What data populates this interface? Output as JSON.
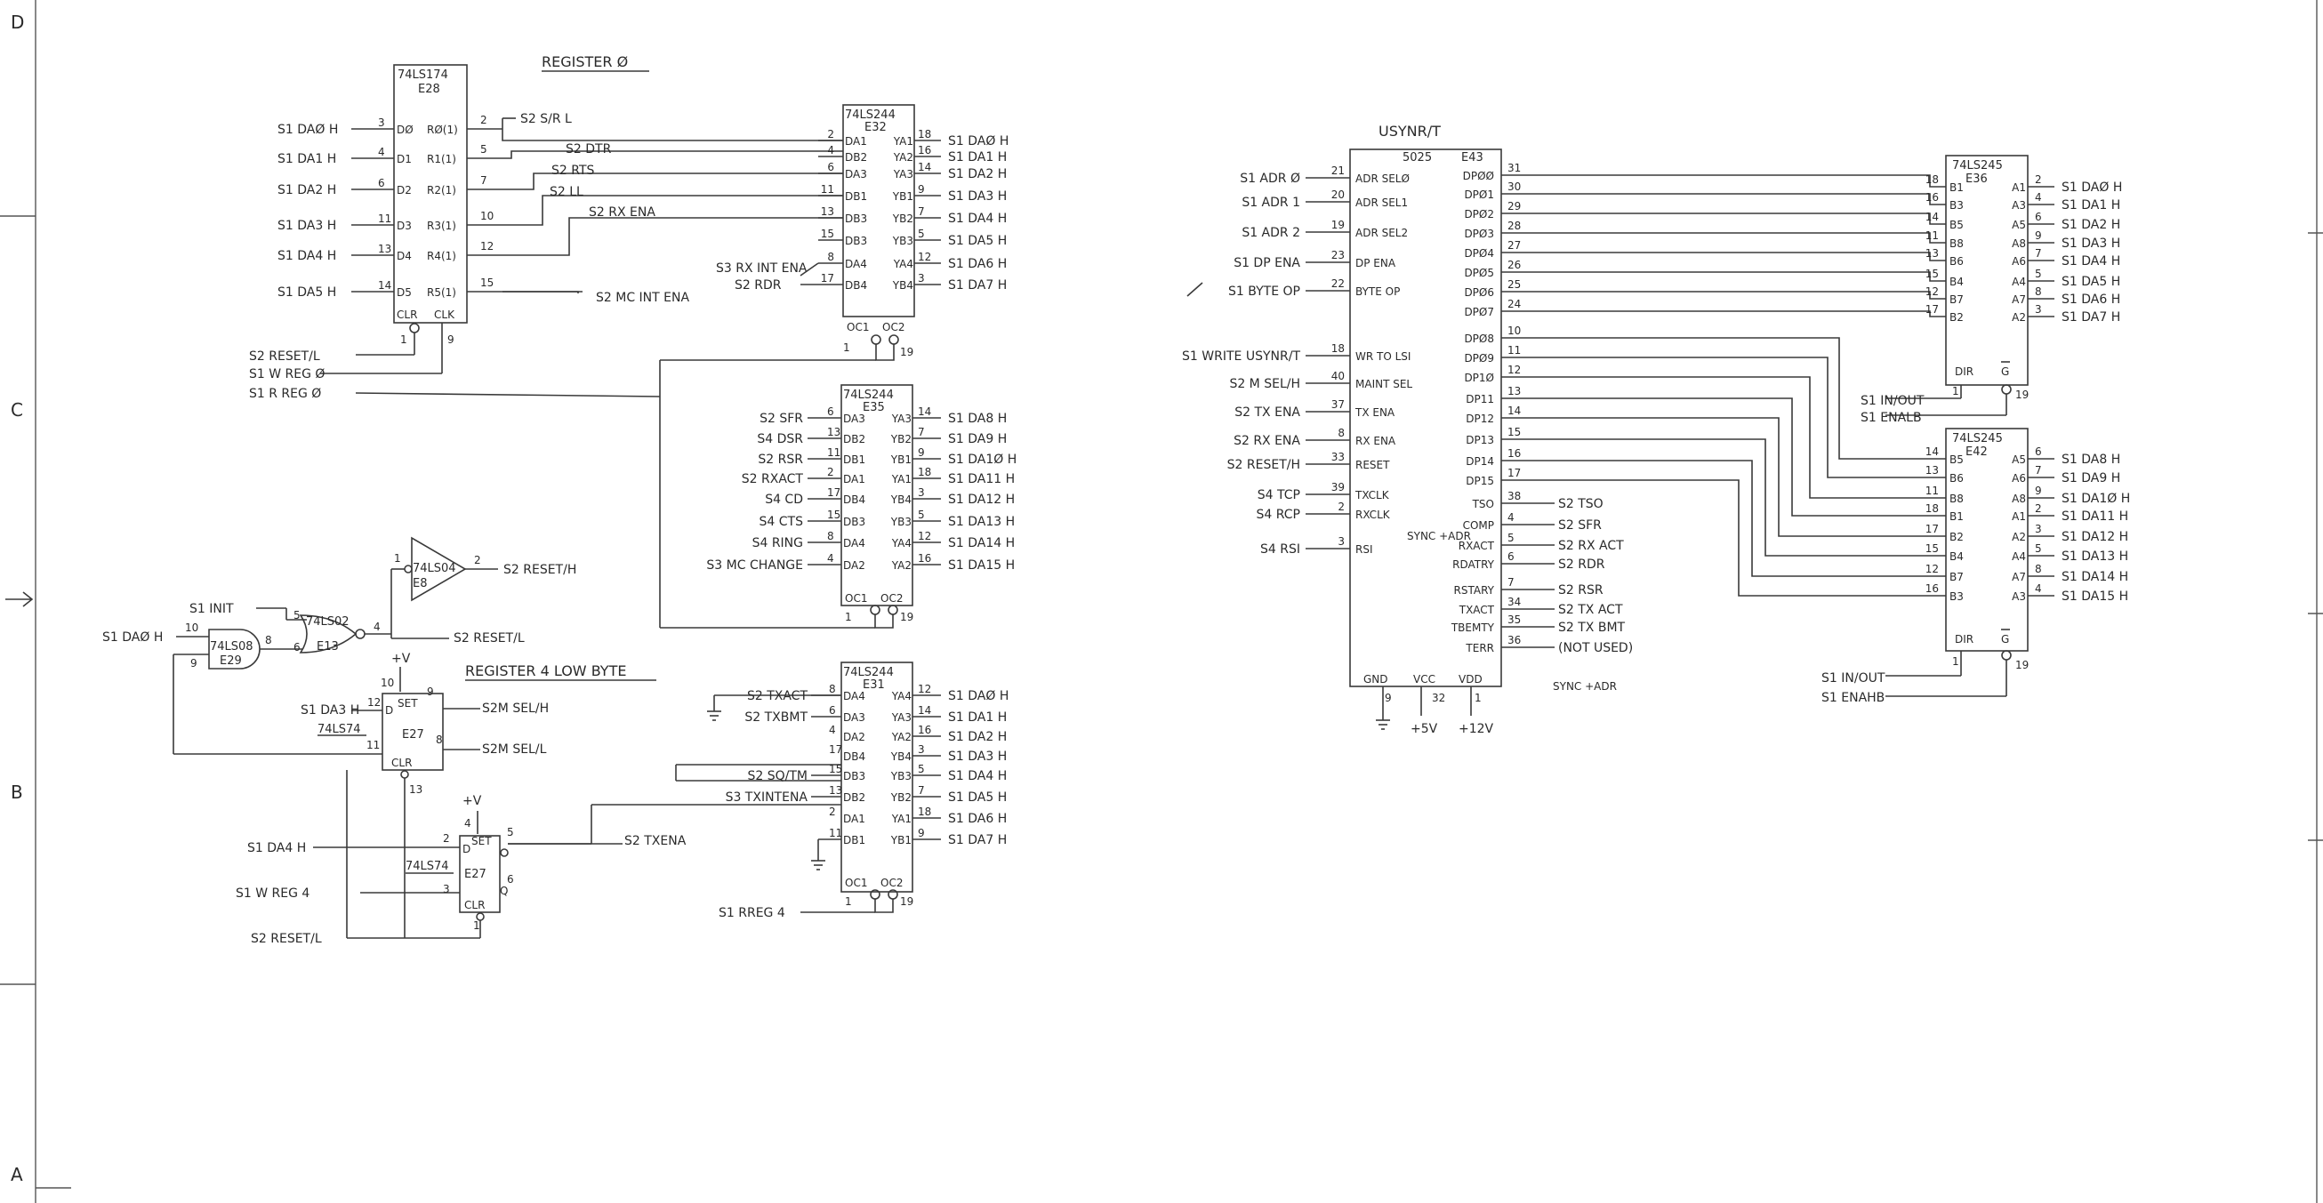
{
  "zones": {
    "d": "D",
    "c": "C",
    "b": "B",
    "a": "A"
  },
  "reg0": {
    "title": "REGISTER Ø",
    "e28": {
      "type": "74LS174",
      "ref": "E28",
      "inputs": [
        "S1 DAØ H",
        "S1 DA1 H",
        "S1 DA2 H",
        "S1 DA3 H",
        "S1 DA4 H",
        "S1 DA5 H"
      ],
      "in_pins": [
        "3",
        "4",
        "6",
        "11",
        "13",
        "14"
      ],
      "d_labels": [
        "DØ",
        "D1",
        "D2",
        "D3",
        "D4",
        "D5"
      ],
      "r_labels": [
        "RØ(1)",
        "R1(1)",
        "R2(1)",
        "R3(1)",
        "R4(1)",
        "R5(1)"
      ],
      "out_pins": [
        "2",
        "5",
        "7",
        "10",
        "12",
        "15"
      ],
      "outputs": [
        "S2 S/R L",
        "S2 DTR",
        "S2 RTS",
        "S2 LL",
        "S2 RX ENA",
        "S2 MC INT ENA"
      ],
      "clr": "CLR",
      "clk": "CLK",
      "clr_pin": "1",
      "clk_pin": "9",
      "controls": [
        "S2 RESET/L",
        "S1 W REG Ø",
        "S1 R REG Ø"
      ]
    },
    "e32": {
      "type": "74LS244",
      "ref": "E32",
      "in_pins": [
        "2",
        "4",
        "6",
        "11",
        "13",
        "15",
        "8",
        "17"
      ],
      "da": [
        "DA1",
        "DB2",
        "DA3",
        "DB1",
        "DB3",
        "DB3",
        "DA4",
        "DB4"
      ],
      "ya": [
        "YA1",
        "YA2",
        "YA3",
        "YB1",
        "YB2",
        "YB3",
        "YA4",
        "YB4"
      ],
      "out_pins": [
        "18",
        "16",
        "14",
        "9",
        "7",
        "5",
        "12",
        "3"
      ],
      "outputs": [
        "S1 DAØ H",
        "S1 DA1 H",
        "S1 DA2 H",
        "S1 DA3 H",
        "S1 DA4 H",
        "S1 DA5 H",
        "S1 DA6 H",
        "S1 DA7 H"
      ],
      "extra_in": [
        "S3 RX INT ENA",
        "S2 RDR"
      ],
      "oc1": "OC1",
      "oc2": "OC2",
      "oc1_pin": "1",
      "oc2_pin": "19"
    }
  },
  "e35": {
    "type": "74LS244",
    "ref": "E35",
    "inputs": [
      "S2 SFR",
      "S4 DSR",
      "S2 RSR",
      "S2 RXACT",
      "S4 CD",
      "S4 CTS",
      "S4 RING",
      "S3 MC CHANGE"
    ],
    "in_pins": [
      "6",
      "13",
      "11",
      "2",
      "17",
      "15",
      "8",
      "4"
    ],
    "da": [
      "DA3",
      "DB2",
      "DB1",
      "DA1",
      "DB4",
      "DB3",
      "DA4",
      "DA2"
    ],
    "ya": [
      "YA3",
      "YB2",
      "YB1",
      "YA1",
      "YB4",
      "YB3",
      "YA4",
      "YA2"
    ],
    "out_pins": [
      "14",
      "7",
      "9",
      "18",
      "3",
      "5",
      "12",
      "16"
    ],
    "outputs": [
      "S1 DA8 H",
      "S1 DA9 H",
      "S1 DA1Ø H",
      "S1 DA11 H",
      "S1 DA12 H",
      "S1 DA13 H",
      "S1 DA14 H",
      "S1 DA15 H"
    ],
    "oc1": "OC1",
    "oc2": "OC2",
    "oc1_pin": "1",
    "oc2_pin": "19"
  },
  "logic": {
    "s1_init": "S1 INIT",
    "s1_da0": "S1 DAØ H",
    "e29": {
      "type": "74LS08",
      "ref": "E29",
      "pins": [
        "10",
        "9",
        "8"
      ]
    },
    "e13": {
      "type": "74LS02",
      "ref": "E13",
      "pins": [
        "5",
        "6",
        "4"
      ]
    },
    "e8": {
      "type": "74LS04",
      "ref": "E8",
      "pins": [
        "1",
        "2"
      ]
    },
    "reset_h": "S2 RESET/H",
    "reset_l": "S2 RESET/L"
  },
  "reg4": {
    "title": "REGISTER 4 LOW BYTE",
    "vcc": "+V",
    "e27a": {
      "type": "74LS74",
      "ref": "E27",
      "d": "D",
      "set": "SET",
      "clr": "CLR",
      "pins": [
        "10",
        "12",
        "11",
        "13",
        "9",
        "8"
      ],
      "input": "S1 DA3 H",
      "out_h": "S2M SEL/H",
      "out_l": "S2M SEL/L"
    },
    "e27b": {
      "type": "74LS74",
      "ref": "E27",
      "d": "D",
      "set": "SET",
      "clr": "CLR",
      "pins": [
        "4",
        "2",
        "3",
        "1",
        "5",
        "6"
      ],
      "input": "S1 DA4 H",
      "out": "S2 TXENA",
      "q": "Q"
    },
    "w_reg4": "S1 W REG 4",
    "reset": "S2 RESET/L"
  },
  "e31": {
    "type": "74LS244",
    "ref": "E31",
    "inputs": [
      "S2 TXACT",
      "S2 TXBMT",
      "",
      "",
      "S2 SQ/TM",
      "S3 TXINTENA",
      ""
    ],
    "in_pins": [
      "8",
      "6",
      "4",
      "17",
      "15",
      "13",
      "2",
      "11"
    ],
    "da": [
      "DA4",
      "DA3",
      "DA2",
      "DB4",
      "DB3",
      "DB2",
      "DA1",
      "DB1"
    ],
    "ya": [
      "YA4",
      "YA3",
      "YA2",
      "YB4",
      "YB3",
      "YB2",
      "YA1",
      "YB1"
    ],
    "out_pins": [
      "12",
      "14",
      "16",
      "3",
      "5",
      "7",
      "18",
      "9"
    ],
    "outputs": [
      "S1 DAØ H",
      "S1 DA1 H",
      "S1 DA2 H",
      "S1 DA3 H",
      "S1 DA4 H",
      "S1 DA5 H",
      "S1 DA6 H",
      "S1 DA7 H"
    ],
    "oc1": "OC1",
    "oc2": "OC2",
    "oc1_pin": "1",
    "oc2_pin": "19",
    "enable": "S1 RREG 4"
  },
  "usynrt": {
    "name": "USYNR/T",
    "type": "5025",
    "ref": "E43",
    "left_signals": [
      "S1 ADR Ø",
      "S1 ADR 1",
      "S1 ADR 2",
      "S1 DP ENA",
      "S1 BYTE OP",
      "S1 WRITE USYNR/T",
      "S2 M SEL/H",
      "S2 TX ENA",
      "S2 RX ENA",
      "S2 RESET/H",
      "S4 TCP",
      "S4 RCP",
      "S4 RSI"
    ],
    "left_pins": [
      "21",
      "20",
      "19",
      "23",
      "22",
      "18",
      "40",
      "37",
      "8",
      "33",
      "39",
      "2",
      "3"
    ],
    "left_inner": [
      "ADR SELØ",
      "ADR SEL1",
      "ADR SEL2",
      "DP ENA",
      "BYTE OP",
      "WR TO LSI",
      "MAINT SEL",
      "TX ENA",
      "RX ENA",
      "RESET",
      "TXCLK",
      "RXCLK",
      "RSI"
    ],
    "sync_adr": "SYNC +ADR",
    "dp": [
      "DPØØ",
      "DPØ1",
      "DPØ2",
      "DPØ3",
      "DPØ4",
      "DPØ5",
      "DPØ6",
      "DPØ7",
      "DPØ8",
      "DPØ9",
      "DP1Ø",
      "DP11",
      "DP12",
      "DP13",
      "DP14",
      "DP15"
    ],
    "dp_pins": [
      "31",
      "30",
      "29",
      "28",
      "27",
      "26",
      "25",
      "24",
      "10",
      "11",
      "12",
      "13",
      "14",
      "15",
      "16",
      "17"
    ],
    "status_inner": [
      "TSO",
      "COMP",
      "RXACT",
      "RDATRY",
      "RSTARY",
      "TXACT",
      "TBEMTY",
      "TERR"
    ],
    "status_pins": [
      "38",
      "4",
      "5",
      "6",
      "7",
      "34",
      "35",
      "36"
    ],
    "status_out": [
      "S2 TSO",
      "S2 SFR",
      "S2 RX ACT",
      "S2 RDR",
      "S2 RSR",
      "S2 TX ACT",
      "S2 TX BMT",
      "(NOT USED)"
    ],
    "power": [
      "GND",
      "VCC",
      "VDD"
    ],
    "power_pins": [
      "9",
      "32",
      "1"
    ],
    "rails": [
      "+5V",
      "+12V"
    ]
  },
  "e36": {
    "type": "74LS245",
    "ref": "E36",
    "b": [
      "B1",
      "B3",
      "B5",
      "B8",
      "B6",
      "B4",
      "B7",
      "B2"
    ],
    "b_pins": [
      "18",
      "16",
      "14",
      "11",
      "13",
      "15",
      "12",
      "17"
    ],
    "a": [
      "A1",
      "A3",
      "A5",
      "A8",
      "A6",
      "A4",
      "A7",
      "A2"
    ],
    "a_pins": [
      "2",
      "4",
      "6",
      "9",
      "7",
      "5",
      "8",
      "3"
    ],
    "outputs": [
      "S1 DAØ H",
      "S1 DA1 H",
      "S1 DA2 H",
      "S1 DA3 H",
      "S1 DA4 H",
      "S1 DA5 H",
      "S1 DA6 H",
      "S1 DA7 H"
    ],
    "dir": "DIR",
    "g": "G",
    "dir_pin": "1",
    "g_pin": "19",
    "controls": [
      "S1 IN/OUT",
      "S1 ENALB"
    ]
  },
  "e42": {
    "type": "74LS245",
    "ref": "E42",
    "b": [
      "B5",
      "B6",
      "B8",
      "B1",
      "B2",
      "B4",
      "B7",
      "B3"
    ],
    "b_pins": [
      "14",
      "13",
      "11",
      "18",
      "17",
      "15",
      "12",
      "16"
    ],
    "a": [
      "A5",
      "A6",
      "A8",
      "A1",
      "A2",
      "A4",
      "A7",
      "A3"
    ],
    "a_pins": [
      "6",
      "7",
      "9",
      "2",
      "3",
      "5",
      "8",
      "4"
    ],
    "outputs": [
      "S1 DA8 H",
      "S1 DA9 H",
      "S1 DA1Ø H",
      "S1 DA11 H",
      "S1 DA12 H",
      "S1 DA13 H",
      "S1 DA14 H",
      "S1 DA15 H"
    ],
    "dir": "DIR",
    "g": "G",
    "dir_pin": "1",
    "g_pin": "19",
    "controls": [
      "S1 IN/OUT",
      "S1 ENAHB"
    ]
  }
}
